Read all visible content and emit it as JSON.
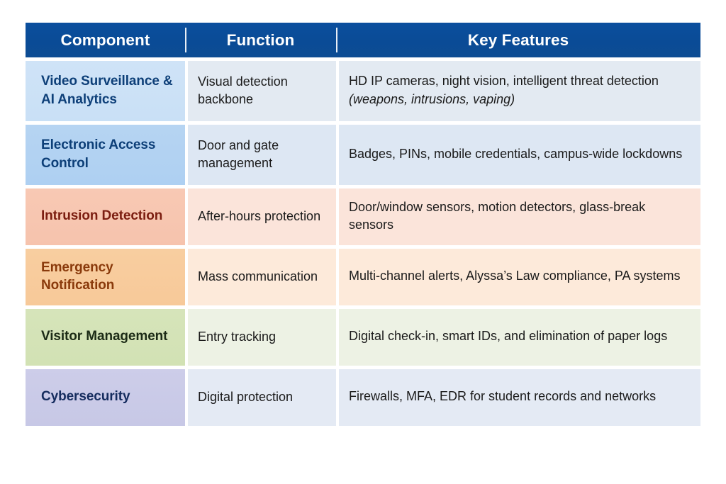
{
  "table": {
    "headers": [
      {
        "label": "Component"
      },
      {
        "label": "Function"
      },
      {
        "label": "Key Features"
      }
    ],
    "rows": [
      {
        "component": "Video Surveillance & AI Analytics",
        "function": "Visual detection backbone",
        "key_features_plain": "HD IP cameras, night vision, intelligent threat detection",
        "key_features_italic": "(weapons, intrusions, vaping)",
        "accent": "#c9e0f6",
        "text_color": "#0d3f78"
      },
      {
        "component": "Electronic Access Control",
        "function": "Door and gate management",
        "key_features_plain": "Badges, PINs, mobile credentials, campus-wide lockdowns",
        "key_features_italic": "",
        "accent": "#aed0f2",
        "text_color": "#0d3f78"
      },
      {
        "component": "Intrusion Detection",
        "function": "After-hours protection",
        "key_features_plain": "Door/window sensors, motion detectors, glass-break sensors",
        "key_features_italic": "",
        "accent": "#f6c3ad",
        "text_color": "#7b1d10"
      },
      {
        "component": "Emergency Notification",
        "function": "Mass communication",
        "key_features_plain": "Multi-channel alerts, Alyssa’s Law compliance, PA systems",
        "key_features_italic": "",
        "accent": "#f7c999",
        "text_color": "#8a3a0b"
      },
      {
        "component": "Visitor Management",
        "function": "Entry tracking",
        "key_features_plain": "Digital check-in, smart IDs, and elimination of paper logs",
        "key_features_italic": "",
        "accent": "#d2e2b4",
        "text_color": "#1c2b16"
      },
      {
        "component": "Cybersecurity",
        "function": "Digital protection",
        "key_features_plain": "Firewalls, MFA, EDR for student records and networks",
        "key_features_italic": "",
        "accent": "#c7c8e6",
        "text_color": "#152c5e"
      }
    ],
    "header_background": "#0a4b96",
    "header_text_color": "#ffffff",
    "page_background": "#ffffff"
  }
}
